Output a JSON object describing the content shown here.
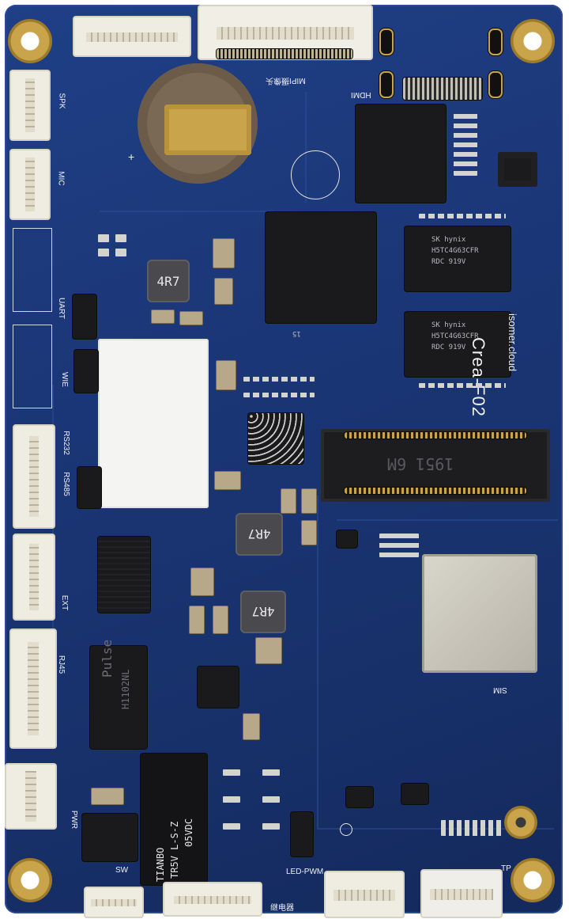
{
  "board": {
    "name": "Crea-F02",
    "url_text": "isomer.cloud"
  },
  "silkscreen": {
    "mipi": "MIPI摄像头",
    "hdmi": "HDMI",
    "spk": "SPK",
    "mic": "MIC",
    "uart": "UART",
    "wie": "WIE",
    "rs232": "RS232",
    "rs485": "RS485",
    "ext": "EXT",
    "rj45": "RJ45",
    "pwr": "PWR",
    "sw": "SW",
    "relay": "继电器",
    "led_pwm": "LED-PWM",
    "tp": "TP",
    "sim": "SIM",
    "inductor_label": "4R7"
  },
  "components": {
    "memory_brand": "SK hynix",
    "memory_part": "H5TC4G63CFR",
    "memory_code": "RDC 919V",
    "msata_text": "1951 6M",
    "transformer_brand": "Pulse",
    "transformer_part": "H1102NL",
    "relay_brand": "TIANBO",
    "relay_model": "TR5V L-S-Z",
    "relay_rating": "05VDC",
    "soc_marking": "15"
  },
  "colors": {
    "pcb": "#1b3676",
    "gold": "#c9a44a",
    "silk": "#f2f2f2"
  }
}
